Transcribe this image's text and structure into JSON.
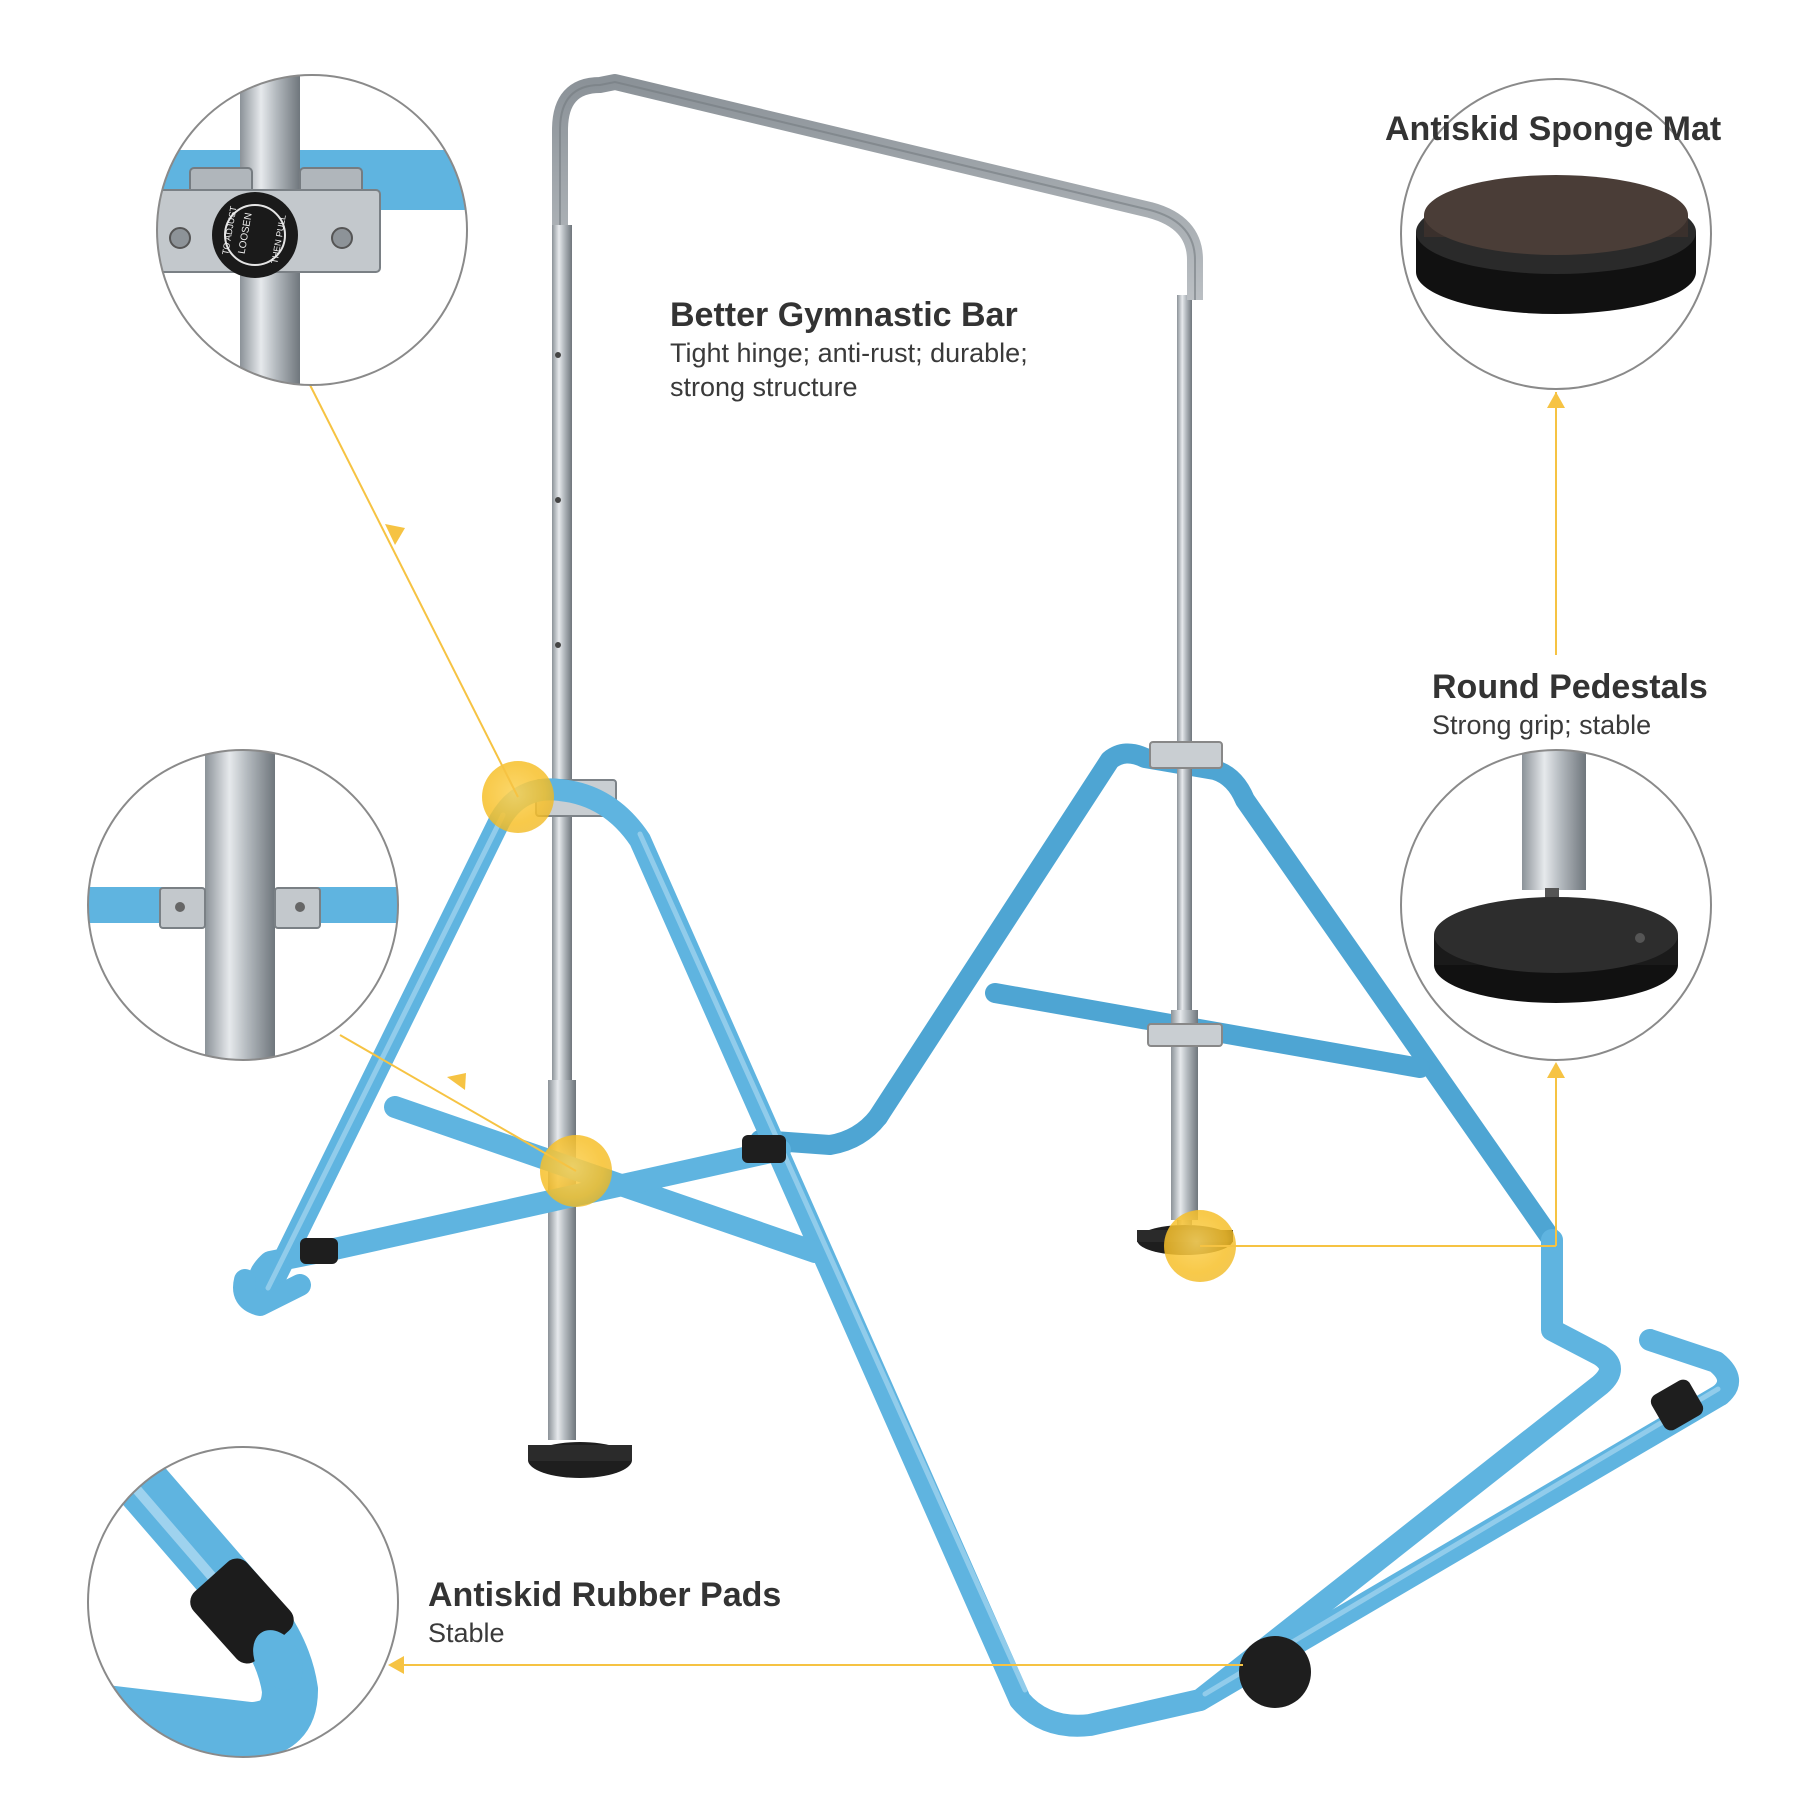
{
  "colors": {
    "frame_blue": "#62b6df",
    "frame_blue_dark": "#3e95c2",
    "steel": "#b9bec3",
    "steel_dark": "#7e858b",
    "pad_black": "#1e1e1e",
    "highlight_yellow": "#f9c82a",
    "callout_line": "#f6c343",
    "circle_border": "#8a8a8a"
  },
  "features": {
    "bar": {
      "title": "Better Gymnastic Bar",
      "description": "Tight hinge; anti-rust; durable; strong structure"
    },
    "sponge_mat": {
      "title": "Antiskid Sponge Mat"
    },
    "pedestals": {
      "title": "Round Pedestals",
      "description": "Strong grip; stable"
    },
    "rubber_pads": {
      "title": "Antiskid Rubber Pads",
      "description": "Stable"
    }
  },
  "knob_label": {
    "line1": "TO ADJUST",
    "line2": "LOOSEN",
    "line3": "THEN PULL"
  },
  "icons": [
    "hinge-detail",
    "clamp-detail",
    "sponge-mat-detail",
    "pedestal-detail",
    "rubber-pad-detail"
  ]
}
